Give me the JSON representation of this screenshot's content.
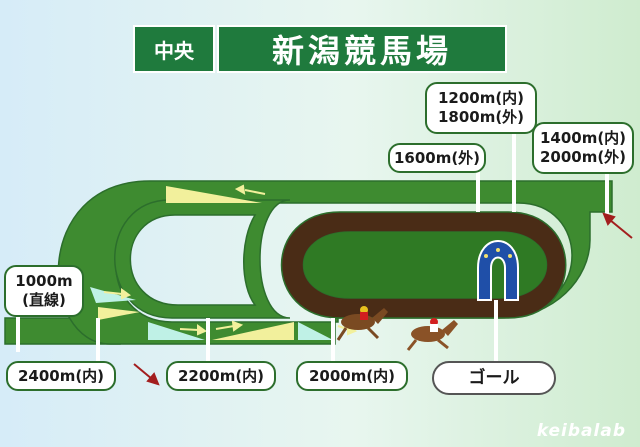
{
  "header": {
    "region_label": "中央",
    "course_name": "新潟競馬場"
  },
  "callouts": {
    "c1600": [
      "1600m(外)"
    ],
    "c1200_1800": [
      "1200m(内)",
      "1800m(外)"
    ],
    "c1400_2000": [
      "1400m(内)",
      "2000m(外)"
    ],
    "c1000": [
      "1000m",
      "(直線)"
    ],
    "c2400": [
      "2400m(内)"
    ],
    "c2200": [
      "2200m(内)"
    ],
    "c2000in": [
      "2000m(内)"
    ]
  },
  "goal": {
    "label": "ゴール"
  },
  "watermark": "keibalab",
  "colors": {
    "turf": "#3e8b30",
    "turf_outline": "#2c6e2c",
    "dirt": "#4a2c16",
    "infield": "#2f7a24",
    "badge": "#1f7a3d",
    "chute_light": "#f2f09c",
    "chute_cyan": "#bff1e6",
    "arrow": "#a31e1e"
  },
  "icons": [
    "horseshoe-icon",
    "racehorse-icon",
    "direction-arrow-icon",
    "start-arrow-icon"
  ]
}
